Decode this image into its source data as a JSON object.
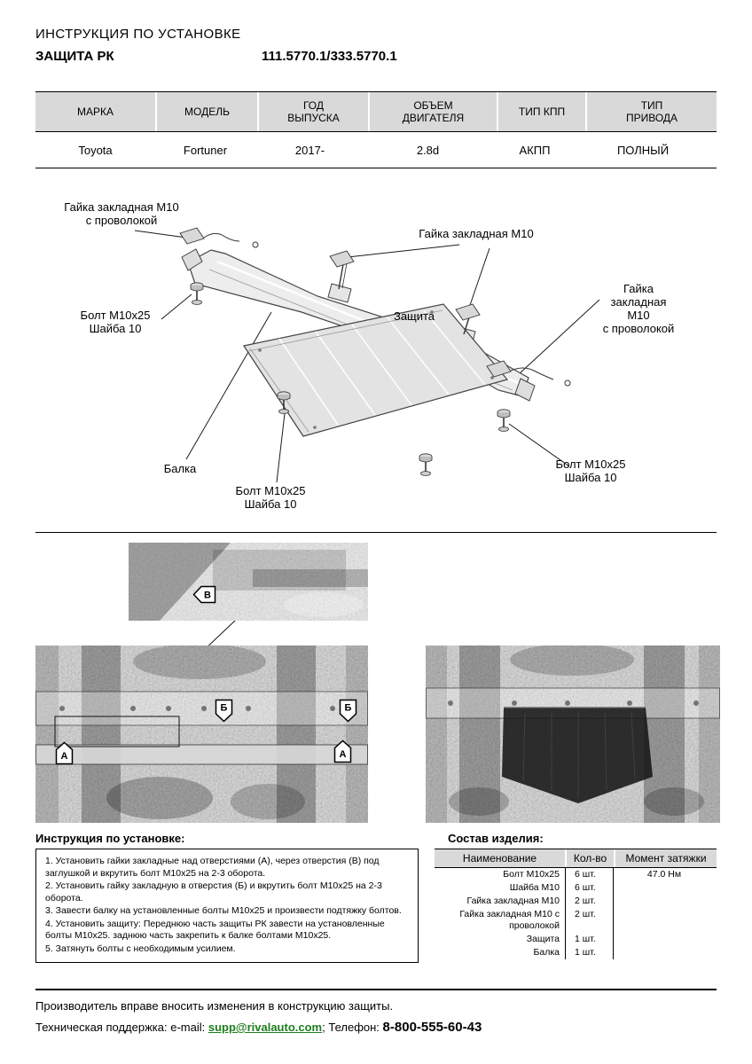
{
  "header": {
    "doc_title": "ИНСТРУКЦИЯ ПО УСТАНОВКЕ",
    "product_name": "ЗАЩИТА РК",
    "part_numbers": "111.5770.1/333.5770.1"
  },
  "spec_table": {
    "headers": [
      "МАРКА",
      "МОДЕЛЬ",
      "ГОД\nВЫПУСКА",
      "ОБЪЕМ\nДВИГАТЕЛЯ",
      "ТИП КПП",
      "ТИП\nПРИВОДА"
    ],
    "row": [
      "Toyota",
      "Fortuner",
      "2017-",
      "2.8d",
      "АКПП",
      "ПОЛНЫЙ"
    ]
  },
  "diagram": {
    "labels": {
      "nut_wire_left": "Гайка закладная М10\nс проволокой",
      "nut_top": "Гайка закладная М10",
      "nut_wire_right": "Гайка закладная М10\nс проволокой",
      "bolt_left": "Болт М10х25\nШайба 10",
      "shield": "Защита",
      "beam": "Балка",
      "bolt_bottom": "Болт М10х25\nШайба 10",
      "bolt_right": "Болт М10х25\nШайба 10"
    }
  },
  "photos": {
    "callout_a": "А",
    "callout_b": "Б",
    "callout_v": "В"
  },
  "instructions": {
    "title": "Инструкция по установке:",
    "steps": [
      "1. Установить гайки закладные над отверстиями (А), через отверстия (В) под заглушкой и вкрутить болт М10х25 на 2-3 оборота.",
      "2. Установить гайку закладную в отверстия (Б) и вкрутить болт М10х25 на 2-3 оборота.",
      "3. Завести балку на установленные болты М10х25 и произвести подтяжку болтов.",
      "4. Установить защиту: Переднюю часть защиты РК завести на установленные болты М10х25. заднюю часть закрепить к балке болтами М10х25.",
      "5. Затянуть болты с необходимым усилием."
    ]
  },
  "parts": {
    "title": "Состав изделия:",
    "headers": [
      "Наименование",
      "Кол-во",
      "Момент затяжки"
    ],
    "rows": [
      {
        "name": "Болт М10х25",
        "qty": "6 шт.",
        "torque": "47.0 Нм"
      },
      {
        "name": "Шайба М10",
        "qty": "6 шт.",
        "torque": ""
      },
      {
        "name": "Гайка закладная М10",
        "qty": "2 шт.",
        "torque": ""
      },
      {
        "name": "Гайка закладная М10 с\nпроволокой",
        "qty": "2 шт.",
        "torque": ""
      },
      {
        "name": "Защита",
        "qty": "1 шт.",
        "torque": ""
      },
      {
        "name": "Балка",
        "qty": "1 шт.",
        "torque": ""
      }
    ]
  },
  "footer": {
    "disclaimer": "Производитель вправе вносить изменения в конструкцию защиты.",
    "support_label": "Техническая поддержка:",
    "email_label": "e-mail:",
    "email": "supp@rivalauto.com",
    "separator": ";",
    "phone_label": "Телефон:",
    "phone": "8-800-555-60-43"
  }
}
